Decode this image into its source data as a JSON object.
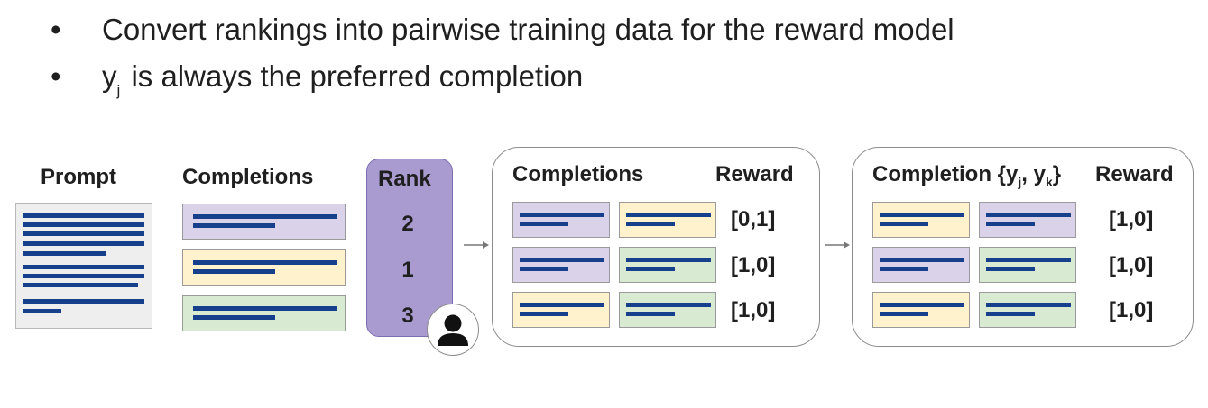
{
  "bullets": [
    {
      "text": "Convert rankings into pairwise training data for the reward model"
    },
    {
      "base": "y",
      "sub": "j",
      "rest": " is always the preferred completion"
    }
  ],
  "prompt": {
    "label": "Prompt"
  },
  "completions": {
    "label": "Completions"
  },
  "rank": {
    "label": "Rank",
    "values": [
      "2",
      "1",
      "3"
    ]
  },
  "pairs_panel": {
    "completions_label": "Completions",
    "reward_label": "Reward",
    "rewards": [
      "[0,1]",
      "[1,0]",
      "[1,0]"
    ]
  },
  "ordered_panel": {
    "completion_label": "Completion",
    "set_open": "{y",
    "sub_j": "j",
    "sep": ", y",
    "sub_k": "k",
    "set_close": "}",
    "reward_label": "Reward",
    "rewards": [
      "[1,0]",
      "[1,0]",
      "[1,0]"
    ]
  },
  "colors": {
    "purple": "#d9d2e9",
    "yellow": "#fff2cc",
    "green": "#d9ead3",
    "rank_column": "#a99bd0",
    "text_line": "#163f8c"
  },
  "icons": {
    "human_ranker": "person-icon"
  }
}
